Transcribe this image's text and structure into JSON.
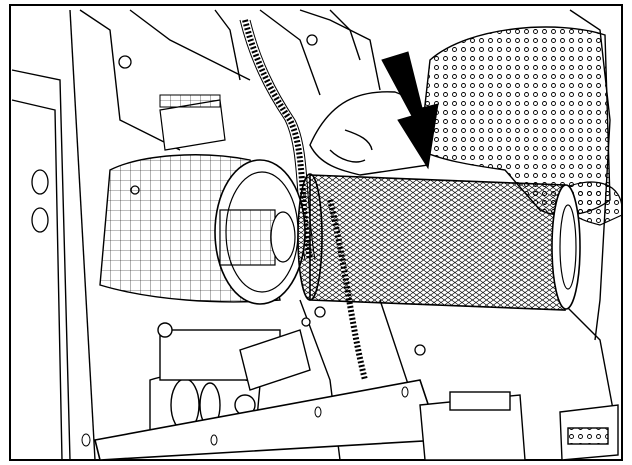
{
  "illustration": {
    "subject": "",
    "colors": {
      "ink": "#000000",
      "paper": "#ffffff",
      "border": "#000000"
    },
    "icons": [
      "air-filter-element",
      "insertion-arrow",
      "technician-hand",
      "filter-housing"
    ]
  }
}
